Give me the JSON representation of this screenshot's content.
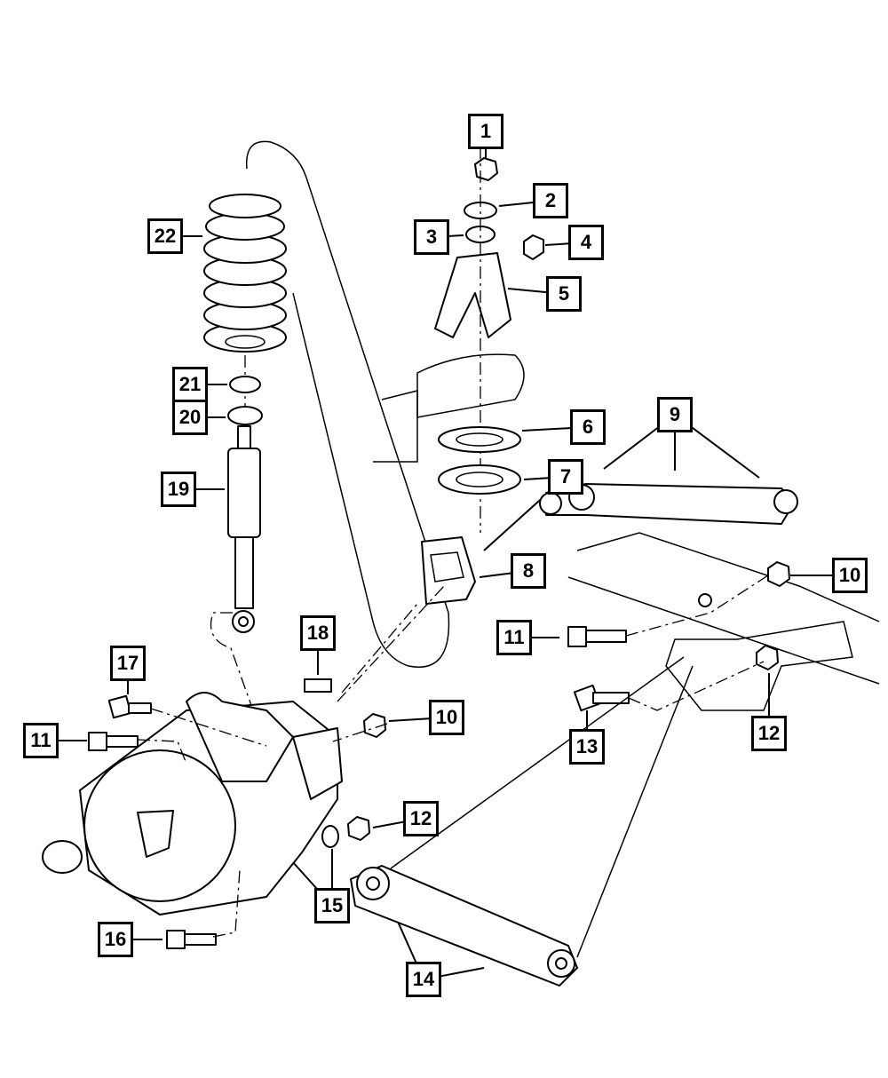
{
  "diagram": {
    "callouts": [
      {
        "id": "c1",
        "number": "1"
      },
      {
        "id": "c2",
        "number": "2"
      },
      {
        "id": "c3",
        "number": "3"
      },
      {
        "id": "c4",
        "number": "4"
      },
      {
        "id": "c5",
        "number": "5"
      },
      {
        "id": "c6",
        "number": "6"
      },
      {
        "id": "c7",
        "number": "7"
      },
      {
        "id": "c8",
        "number": "8"
      },
      {
        "id": "c9",
        "number": "9"
      },
      {
        "id": "c10a",
        "number": "10"
      },
      {
        "id": "c10b",
        "number": "10"
      },
      {
        "id": "c11a",
        "number": "11"
      },
      {
        "id": "c11b",
        "number": "11"
      },
      {
        "id": "c12a",
        "number": "12"
      },
      {
        "id": "c12b",
        "number": "12"
      },
      {
        "id": "c13",
        "number": "13"
      },
      {
        "id": "c14",
        "number": "14"
      },
      {
        "id": "c15",
        "number": "15"
      },
      {
        "id": "c16",
        "number": "16"
      },
      {
        "id": "c17",
        "number": "17"
      },
      {
        "id": "c18",
        "number": "18"
      },
      {
        "id": "c19",
        "number": "19"
      },
      {
        "id": "c20",
        "number": "20"
      },
      {
        "id": "c21",
        "number": "21"
      },
      {
        "id": "c22",
        "number": "22"
      }
    ]
  }
}
